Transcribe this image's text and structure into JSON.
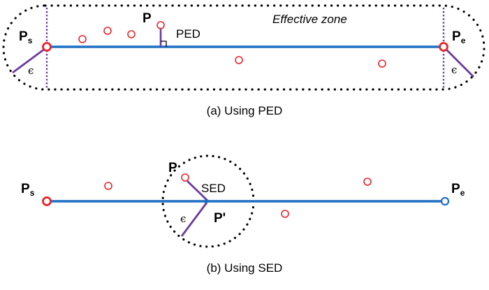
{
  "colors": {
    "trajectory": "#1f6fc4",
    "point": "#e8242a",
    "epsilon_line": "#6b3aa0",
    "zone_border": "#000000",
    "text": "#000000"
  },
  "panel_a": {
    "caption": "(a) Using PED",
    "zone_label": "Effective zone",
    "start_label": "P",
    "start_subscript": "s",
    "end_label": "P",
    "end_subscript": "e",
    "point_label": "P",
    "distance_label": "PED",
    "epsilon_left": "ϵ",
    "epsilon_right": "ϵ"
  },
  "panel_b": {
    "caption": "(b) Using SED",
    "start_label": "P",
    "start_subscript": "s",
    "end_label": "P",
    "end_subscript": "e",
    "point_label": "P",
    "projected_label": "P'",
    "distance_label": "SED",
    "epsilon": "ϵ"
  }
}
